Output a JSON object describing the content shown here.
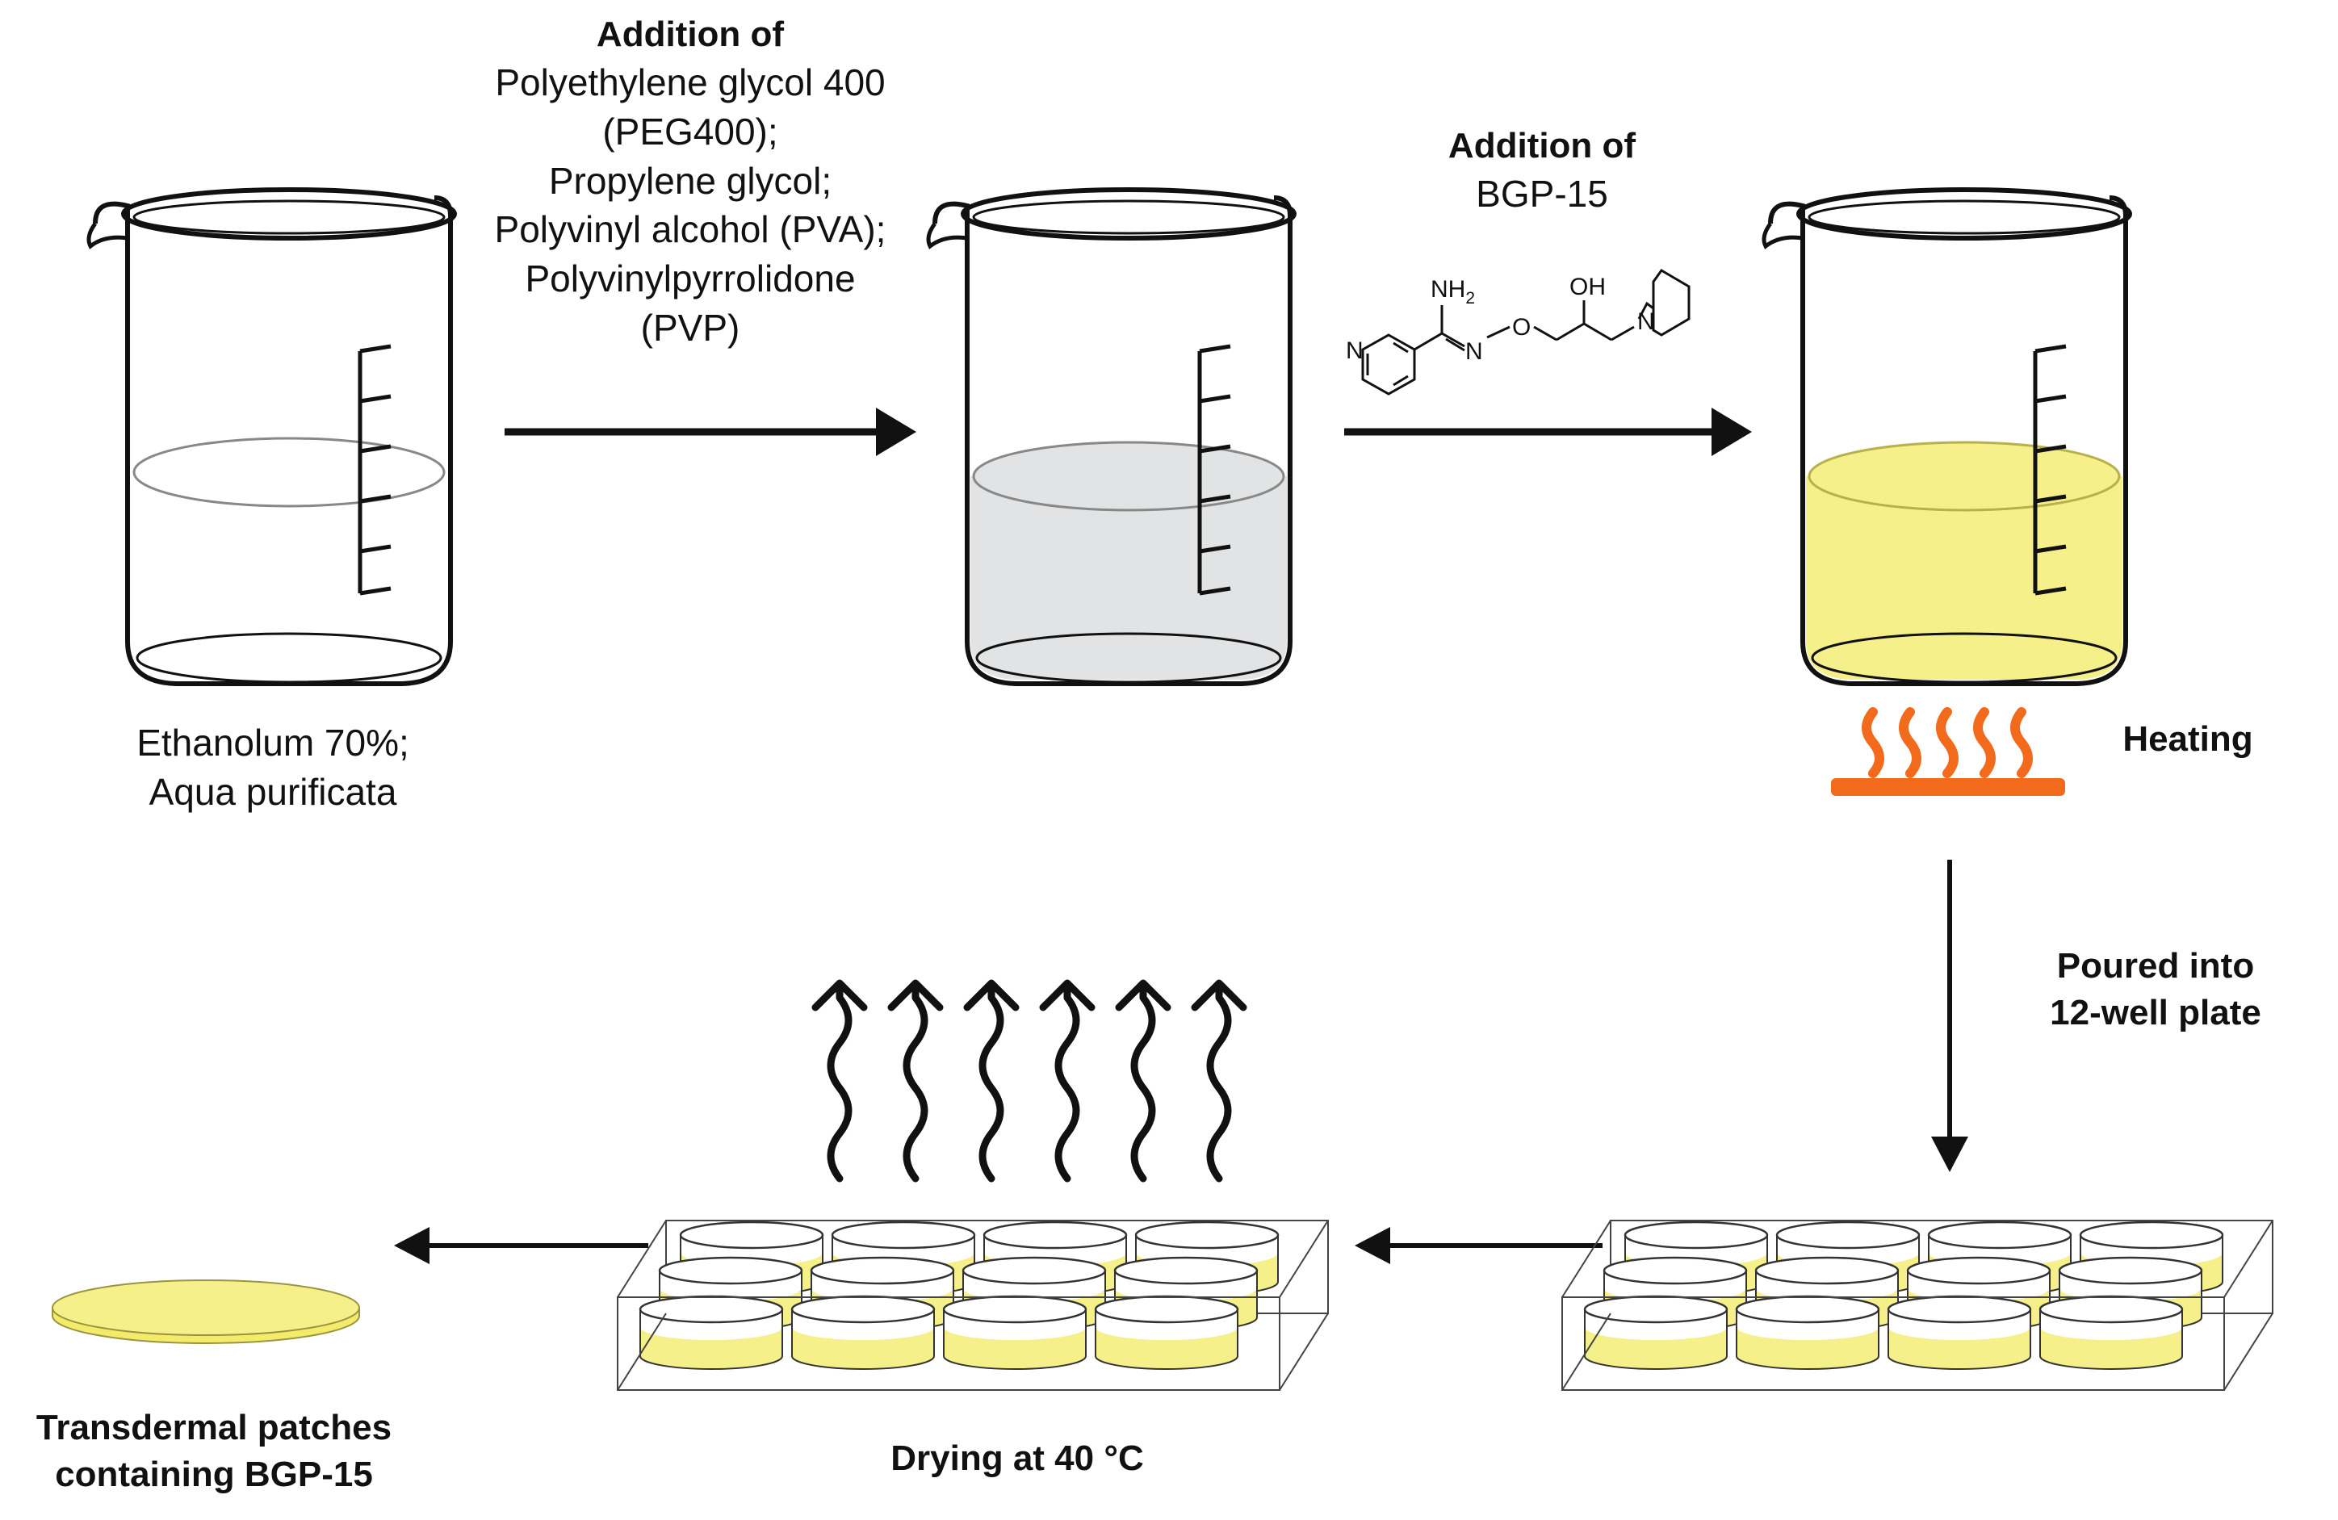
{
  "step1": {
    "title": "Addition of",
    "items": [
      "Polyethylene glycol 400",
      "(PEG400);",
      "Propylene glycol;",
      "Polyvinyl alcohol (PVA);",
      "Polyvinylpyrrolidone",
      "(PVP)"
    ]
  },
  "step2": {
    "title": "Addition of",
    "compound": "BGP-15",
    "atoms": {
      "nh2": "NH",
      "nh2_sub": "2",
      "oh": "OH",
      "n_imine": "N",
      "o_ether": "O",
      "n_pyridine": "N",
      "n_piperidine": "N"
    }
  },
  "beaker1_label": [
    "Ethanolum 70%;",
    "Aqua purificata"
  ],
  "heating_label": "Heating",
  "pour_label": [
    "Poured into",
    "12-well plate"
  ],
  "drying_label": "Drying at 40 °C",
  "final_label": [
    "Transdermal patches",
    "containing BGP-15"
  ],
  "colors": {
    "liquid_clear": "#ffffff",
    "liquid_gray": "#e1e3e4",
    "liquid_yellow": "#f6f08a",
    "heat_orange": "#f26a1b",
    "patch_yellow": "#f3ec6a",
    "stroke": "#111111"
  }
}
